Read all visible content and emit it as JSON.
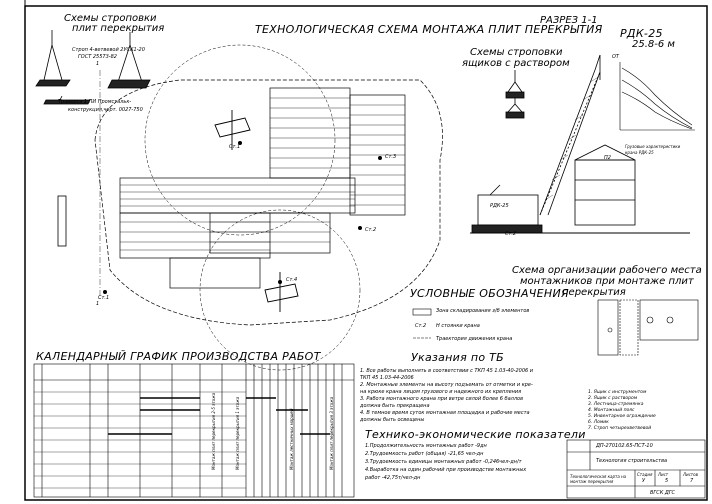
{
  "titles": {
    "sling_slabs": [
      "Схемы строповки",
      "плит перекрытия"
    ],
    "main": "ТЕХНОЛОГИЧЕСКАЯ СХЕМА МОНТАЖА ПЛИТ ПЕРЕКРЫТИЯ",
    "section": "РАЗРЕЗ 1-1",
    "sling_boxes": [
      "Схемы строповки",
      "ящиков с раствором"
    ],
    "crane_model": "РДК-25",
    "crane_spec": "25.8-6 м",
    "workplace": [
      "Схема организации рабочего места",
      "монтажников при монтаже плит",
      "перекрытия"
    ],
    "legend": "УСЛОВНЫЕ ОБОЗНАЧЕНИЯ",
    "calendar": "КАЛЕНДАРНЫЙ ГРАФИК ПРОИЗВОДСТВА РАБОТ",
    "tb": "Указания по ТБ",
    "tep": "Технико-экономические показатели"
  },
  "sling_notes": {
    "sling1": "Строп 4-ветвевой 2УСК1-20",
    "sling1_gost": "ГОСТ 25573-82",
    "traverse": "Траверса 1 ПИ Промстальк-",
    "traverse2": "конструкция,черт. 0027-750"
  },
  "crane_labels": {
    "chart_y": "ОТ",
    "crane_name": "РДК-25",
    "caption1": "Грузовые характеристики",
    "caption2": "крана РДК-25",
    "st1": "Ст.1",
    "st2": "Ст.2",
    "st3": "Ст.3",
    "st4": "Ст.4",
    "p2": "П2"
  },
  "legend_items": [
    {
      "sym": "",
      "text": "Зона складирования з/б элементов"
    },
    {
      "sym": "Ст.2",
      "text": "Н стоянки крана"
    },
    {
      "sym": "",
      "text": "Траектория движения крана"
    }
  ],
  "tb_items": [
    "1. Все работы выполнять в соответствии с ТКП 45 1.03-40-2006 и",
    "ТКП 45 1.03-44-2006",
    "2. Монтажные элементы на высоту подъемать от отметки и кре-",
    "на крюке крана лицом грузового и надежного их крепления",
    "3. Работа монтажного крана при ветре силой более 6 баллов",
    "должна быть прекращена",
    "4. В темное время суток монтажная площадка и рабочие места",
    "должны быть освещены"
  ],
  "tep_items": [
    "1.Продолжительность монтажных работ -9дн",
    "2.Трудоемкость работ (общая) -21,65 чел-дн",
    "3.Трудоемкость единицы монтажных работ -0,246чел-дн/т",
    "4.Выработка на один рабочий при производстве монтажных",
    "работ -42,75т/чел-дн"
  ],
  "workplace_legend": [
    "1. Ящик с инструментом",
    "2. Ящик с раствором",
    "3. Лестница-стремянка",
    "4. Монтажный пояс",
    "5. Инвентарное ограждение",
    "6. Ломик",
    "7. Строп четырехветвевой"
  ],
  "calendar_vertical": [
    "Монтаж плит перекрытия 2-5 этажа",
    "Монтаж плит перекрытия 1 этажа",
    "Монтаж лестничных маршей",
    "Монтаж плит перекрытия 3 этажа"
  ],
  "title_block": {
    "code": "ДП-270102.65-ПСТ-10",
    "subject": "Технология строительства",
    "stage": "Стадия",
    "sheet": "Лист",
    "sheets": "Листов",
    "u": "У",
    "sheet_no": "5",
    "sheets_no": "7",
    "drawing": "Технологическая карта на монтаж перекрытия",
    "org": "ВГСК ДГС"
  },
  "cut_marks": {
    "a": "1",
    "b": "1"
  }
}
